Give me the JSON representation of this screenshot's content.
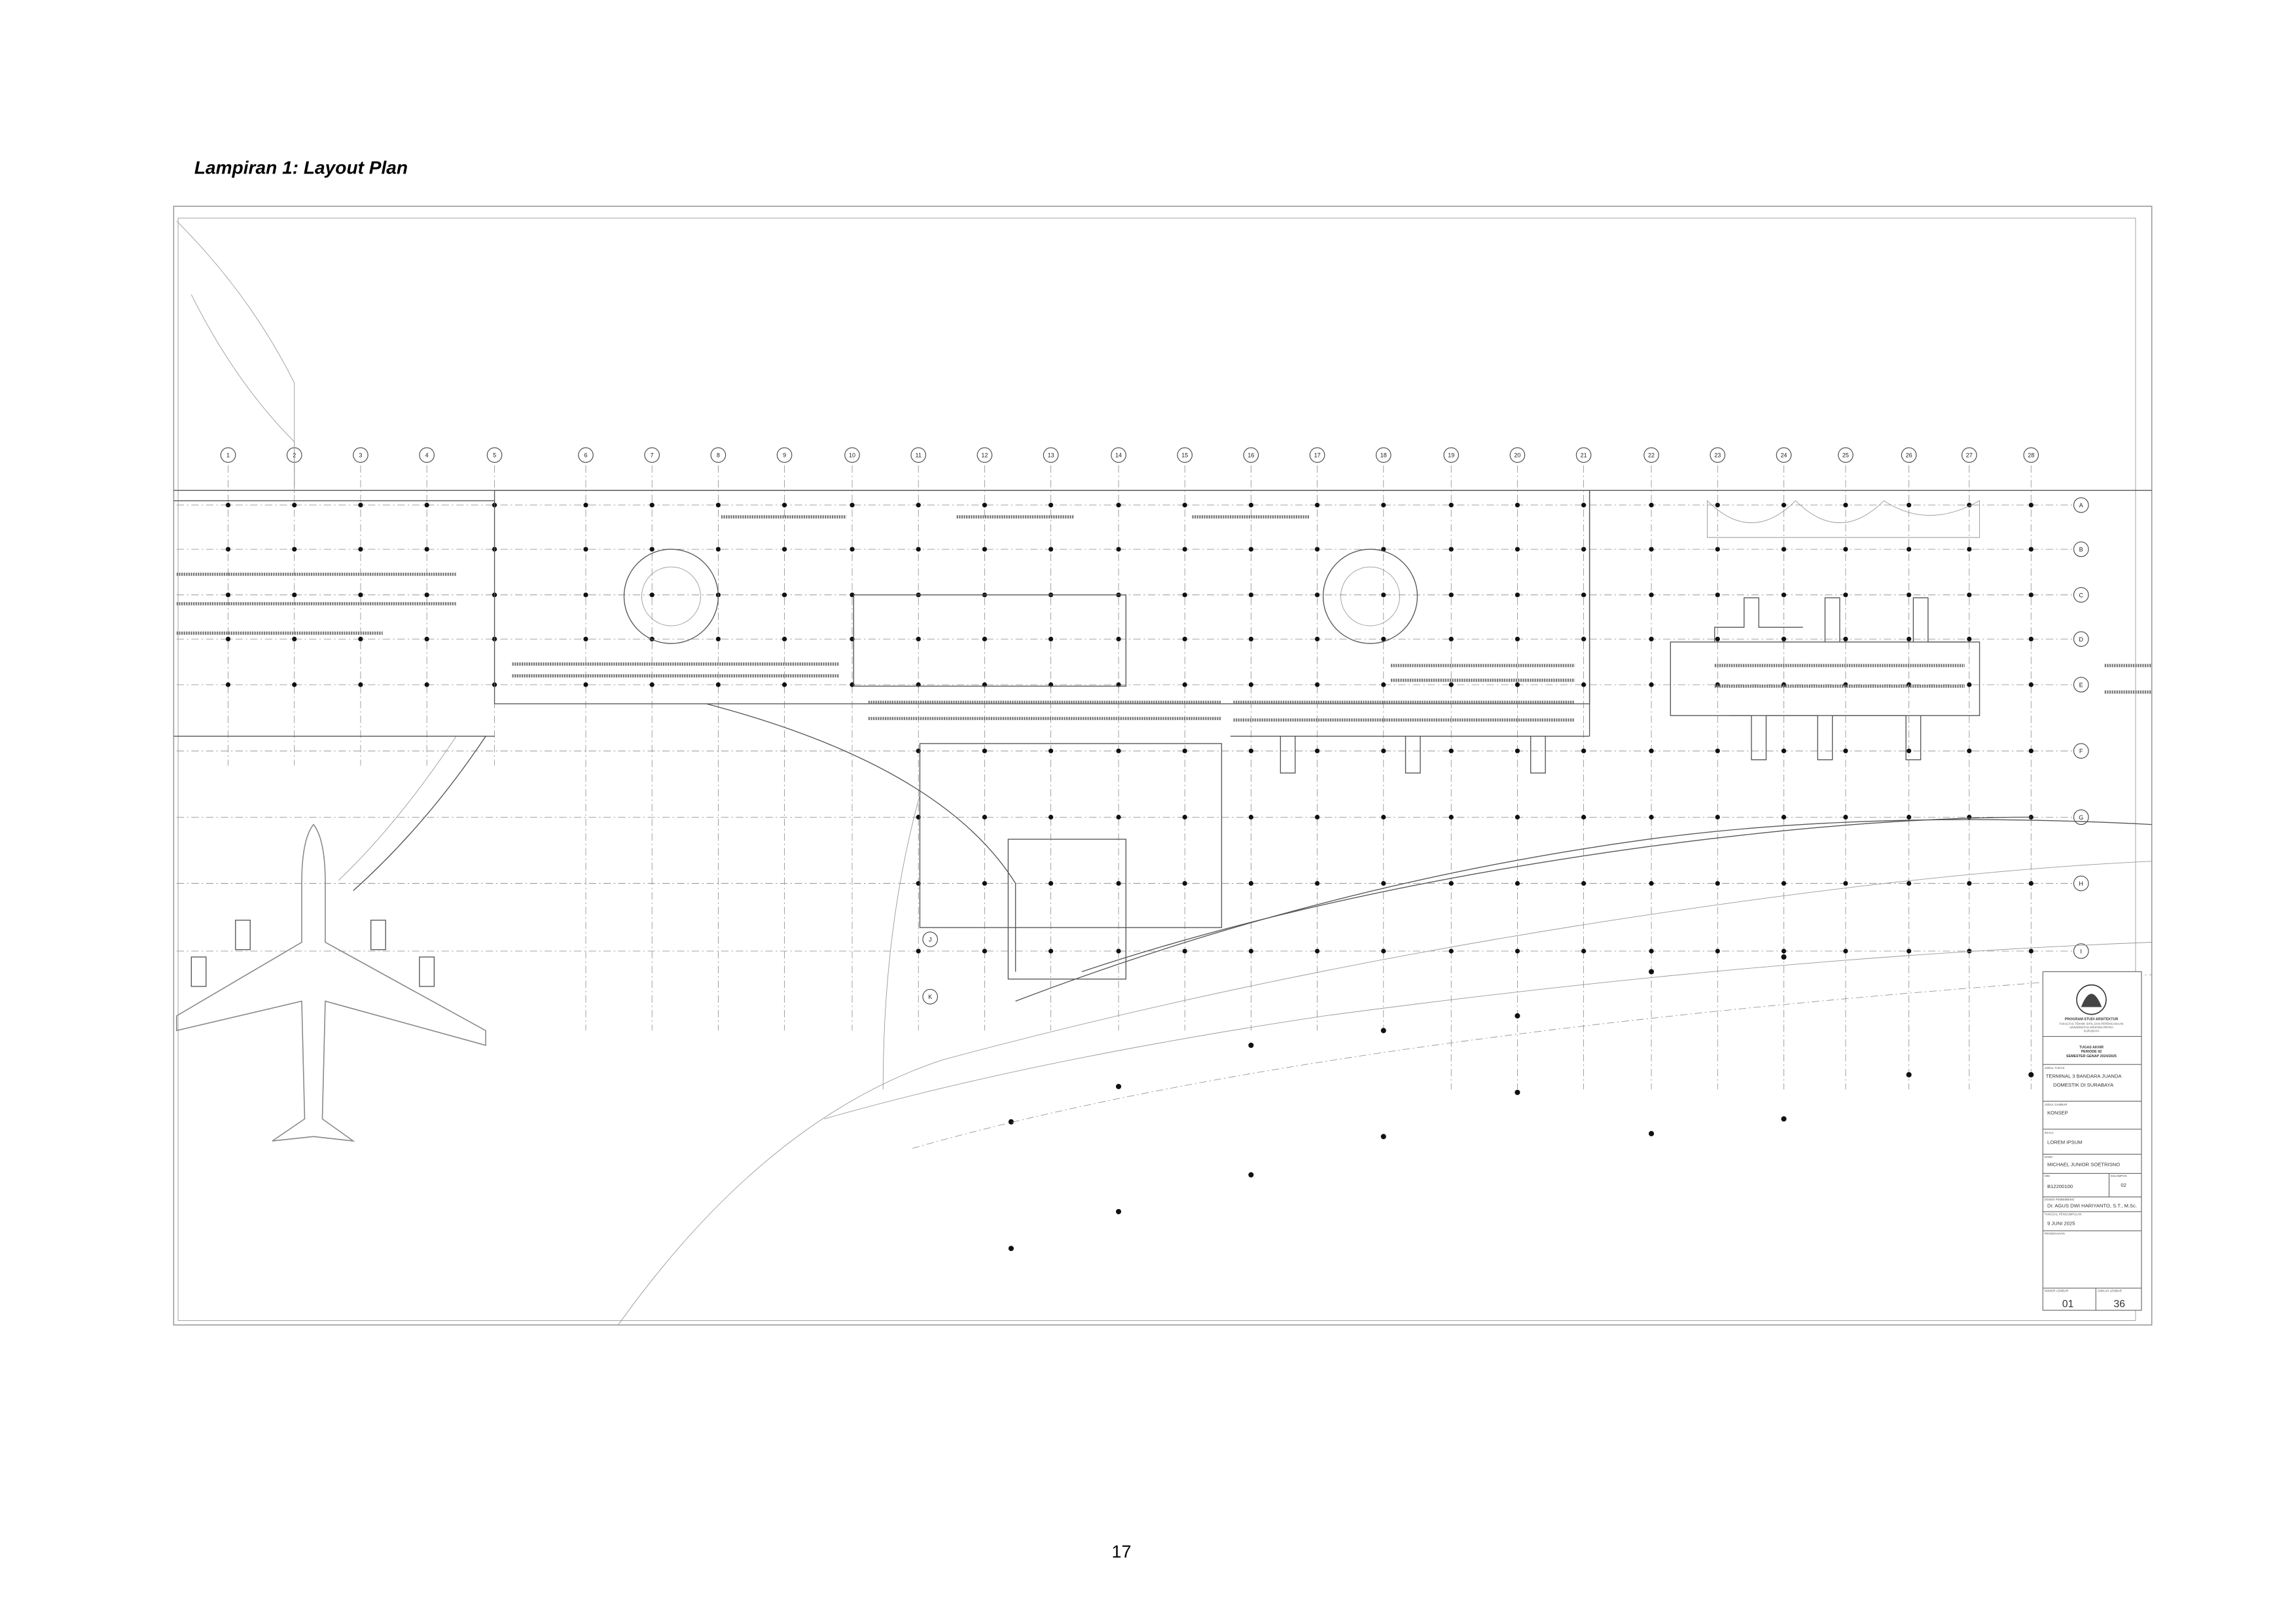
{
  "page": {
    "heading": "Lampiran 1: Layout Plan",
    "page_number": "17"
  },
  "plan": {
    "grid_columns": [
      "1",
      "2",
      "3",
      "4",
      "5",
      "6",
      "7",
      "8",
      "9",
      "10",
      "11",
      "12",
      "13",
      "14",
      "15",
      "16",
      "17",
      "18",
      "19",
      "20",
      "21",
      "22",
      "23",
      "24",
      "25",
      "26",
      "27",
      "28"
    ],
    "grid_rows": [
      "A",
      "B",
      "C",
      "D",
      "E",
      "F",
      "G",
      "H",
      "I"
    ],
    "extra_rows": [
      "J",
      "K"
    ]
  },
  "title_block": {
    "program": "PROGRAM STUDI ARSITEKTUR",
    "faculty": "FAKULTAS TEKNIK SIPIL DAN PERENCANAAN",
    "university": "UNIVERSITAS KRISTEN PETRA",
    "city": "SURABAYA",
    "assignment_1": "TUGAS AKHIR",
    "assignment_2": "PERIODE 92",
    "assignment_3": "SEMESTER GENAP 2024/2025",
    "project_label": "JUDUL TUGAS",
    "project_1": "TERMINAL 3 BANDARA JUANDA",
    "project_2": "DOMESTIK DI SURABAYA",
    "drawing_label": "JUDUL GAMBAR",
    "drawing": "KONSEP",
    "scale_label": "SKALA",
    "scale": "LOREM IPSUM",
    "name_label": "NAMA",
    "name": "MICHAEL JUNIOR SOETRISNO",
    "nim_label": "NIM",
    "nim": "B12200100",
    "group_label": "KELOMPOK",
    "group": "02",
    "advisor_label": "DOSEN PEMBIMBING",
    "advisor": "Dr. AGUS DWI HARIYANTO, S.T., M.Sc.",
    "date_label": "TANGGAL PENGUMPULAN",
    "date": "9 JUNI  2025",
    "approval_label": "PENGESAHAN",
    "sheet_no_label": "NOMOR LEMBAR",
    "sheet_no": "01",
    "sheet_total_label": "JUMLAH LEMBAR",
    "sheet_total": "36"
  }
}
